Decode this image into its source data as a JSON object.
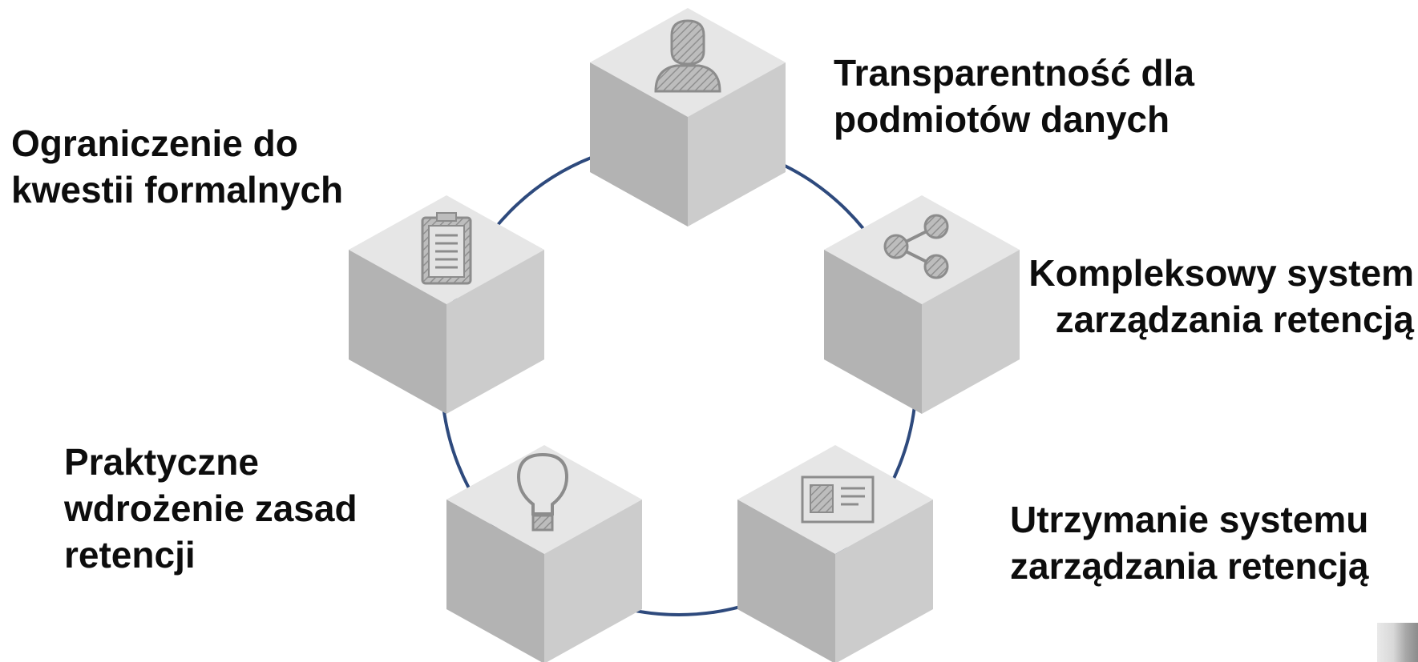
{
  "diagram": {
    "ring_color": "#2e4a7d",
    "cube_colors": {
      "top": "#e6e6e6",
      "left": "#b3b3b3",
      "right": "#cccccc",
      "icon": "#9a9a9a"
    },
    "items": [
      {
        "id": "transparency",
        "icon": "person-icon",
        "label_lines": [
          "Transparentność dla",
          "podmiotów danych"
        ]
      },
      {
        "id": "comprehensive-system",
        "icon": "share-network-icon",
        "label_lines": [
          "Kompleksowy system",
          "zarządzania retencją"
        ]
      },
      {
        "id": "system-maintenance",
        "icon": "id-card-icon",
        "label_lines": [
          "Utrzymanie systemu",
          "zarządzania retencją"
        ]
      },
      {
        "id": "practical-implementation",
        "icon": "lightbulb-icon",
        "label_lines": [
          "Praktyczne",
          "wdrożenie zasad",
          "retencji"
        ]
      },
      {
        "id": "formal-restriction",
        "icon": "clipboard-icon",
        "label_lines": [
          "Ograniczenie do",
          "kwestii formalnych"
        ]
      }
    ]
  }
}
